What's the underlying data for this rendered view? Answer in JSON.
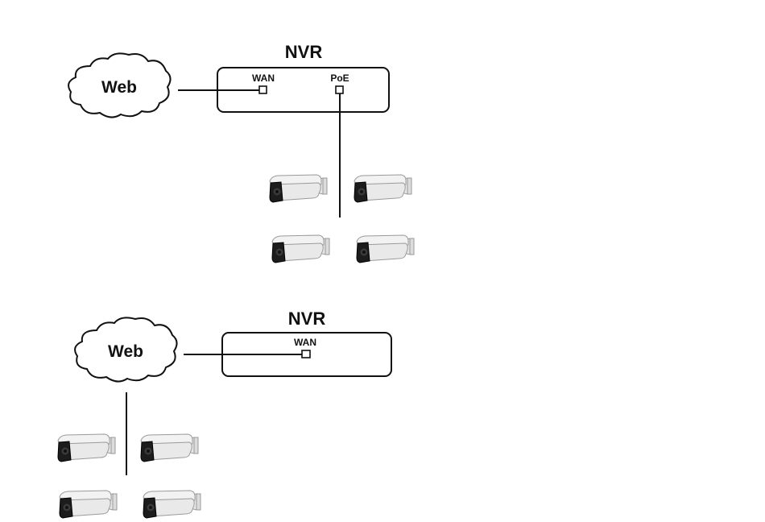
{
  "diagrams": [
    {
      "nvr_label": "NVR",
      "cloud_label": "Web",
      "ports": [
        "WAN",
        "PoE"
      ],
      "camera_count": 4
    },
    {
      "nvr_label": "NVR",
      "cloud_label": "Web",
      "ports": [
        "WAN"
      ],
      "camera_count": 4
    }
  ]
}
